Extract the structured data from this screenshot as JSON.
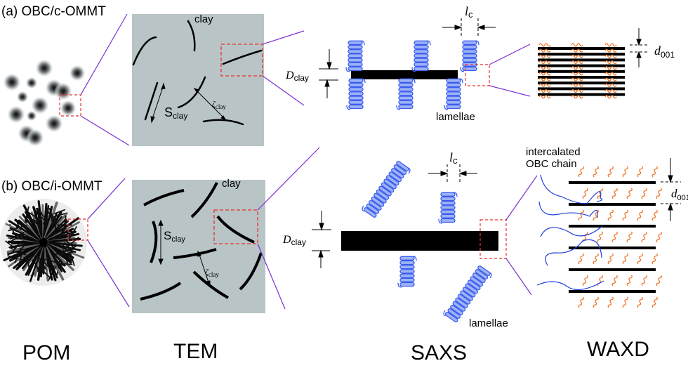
{
  "panels": {
    "a": {
      "label": "(a) OBC/c-OMMT"
    },
    "b": {
      "label": "(b) OBC/i-OMMT"
    }
  },
  "tem": {
    "clay_label": "clay",
    "spacing_symbol": "S",
    "spacing_sub": "clay",
    "distance_symbol": "ζ",
    "distance_sub": "clay"
  },
  "saxs": {
    "lc_symbol": "l",
    "lc_sub": "c",
    "dclay_symbol": "D",
    "dclay_sub": "clay",
    "lamellae_label": "lamellae"
  },
  "waxd": {
    "d_symbol": "d",
    "d_sub": "001",
    "intercalated_line1": "intercalated",
    "intercalated_line2": "OBC chain"
  },
  "columns": [
    "POM",
    "TEM",
    "SAXS",
    "WAXD"
  ],
  "colors": {
    "tem_bg": "#b8c4c6",
    "lamella_blue": "#3a5df0",
    "lamella_fill": "#9fb3f5",
    "chain_orange": "#f07020",
    "connector_purple": "#7a2fd0",
    "zoom_box_red": "#e83030",
    "chain_blue": "#2040e0"
  }
}
